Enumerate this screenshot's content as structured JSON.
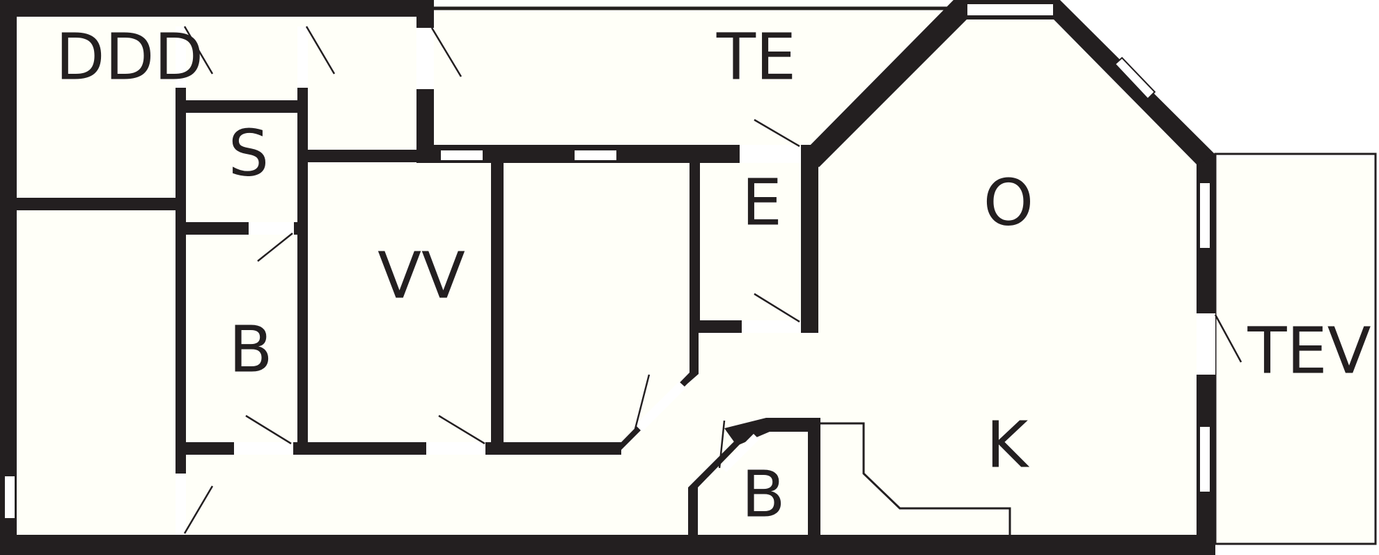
{
  "plan": {
    "colors": {
      "wall": "#231f20",
      "floor": "#fffff8",
      "opening": "#ffffff"
    },
    "rooms": [
      {
        "id": "ddd",
        "label": "DDD"
      },
      {
        "id": "s",
        "label": "S"
      },
      {
        "id": "b1",
        "label": "B"
      },
      {
        "id": "vv",
        "label": "VV"
      },
      {
        "id": "te",
        "label": "TE"
      },
      {
        "id": "e",
        "label": "E"
      },
      {
        "id": "o",
        "label": "O"
      },
      {
        "id": "tev",
        "label": "TEV"
      },
      {
        "id": "k",
        "label": "K"
      },
      {
        "id": "b2",
        "label": "B"
      }
    ]
  }
}
